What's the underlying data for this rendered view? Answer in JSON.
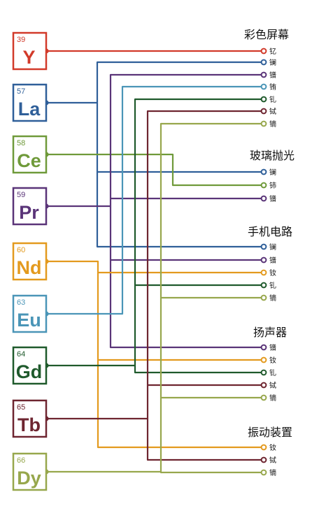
{
  "elements": [
    {
      "num": "39",
      "sym": "Y",
      "color": "#d23a2a"
    },
    {
      "num": "57",
      "sym": "La",
      "color": "#2f5f99"
    },
    {
      "num": "58",
      "sym": "Ce",
      "color": "#6f9a3a"
    },
    {
      "num": "59",
      "sym": "Pr",
      "color": "#5a3478"
    },
    {
      "num": "60",
      "sym": "Nd",
      "color": "#e39a1e"
    },
    {
      "num": "63",
      "sym": "Eu",
      "color": "#4a95b7"
    },
    {
      "num": "64",
      "sym": "Gd",
      "color": "#1f5a2c"
    },
    {
      "num": "65",
      "sym": "Tb",
      "color": "#6e2530"
    },
    {
      "num": "66",
      "sym": "Dy",
      "color": "#97a74c"
    }
  ],
  "categories": [
    {
      "title": "彩色屏幕",
      "items": [
        {
          "label": "钇",
          "element": "Y"
        },
        {
          "label": "镧",
          "element": "La"
        },
        {
          "label": "镨",
          "element": "Pr"
        },
        {
          "label": "铕",
          "element": "Eu"
        },
        {
          "label": "钆",
          "element": "Gd"
        },
        {
          "label": "铽",
          "element": "Tb"
        },
        {
          "label": "镝",
          "element": "Dy"
        }
      ]
    },
    {
      "title": "玻璃抛光",
      "items": [
        {
          "label": "镧",
          "element": "La"
        },
        {
          "label": "铈",
          "element": "Ce"
        },
        {
          "label": "镨",
          "element": "Pr"
        }
      ]
    },
    {
      "title": "手机电路",
      "items": [
        {
          "label": "镧",
          "element": "La"
        },
        {
          "label": "镨",
          "element": "Pr"
        },
        {
          "label": "钕",
          "element": "Nd"
        },
        {
          "label": "钆",
          "element": "Gd"
        },
        {
          "label": "镝",
          "element": "Dy"
        }
      ]
    },
    {
      "title": "扬声器",
      "items": [
        {
          "label": "镨",
          "element": "Pr"
        },
        {
          "label": "钕",
          "element": "Nd"
        },
        {
          "label": "钆",
          "element": "Gd"
        },
        {
          "label": "铽",
          "element": "Tb"
        },
        {
          "label": "镝",
          "element": "Dy"
        }
      ]
    },
    {
      "title": "振动装置",
      "items": [
        {
          "label": "钕",
          "element": "Nd"
        },
        {
          "label": "铽",
          "element": "Tb"
        },
        {
          "label": "镝",
          "element": "Dy"
        }
      ]
    }
  ]
}
